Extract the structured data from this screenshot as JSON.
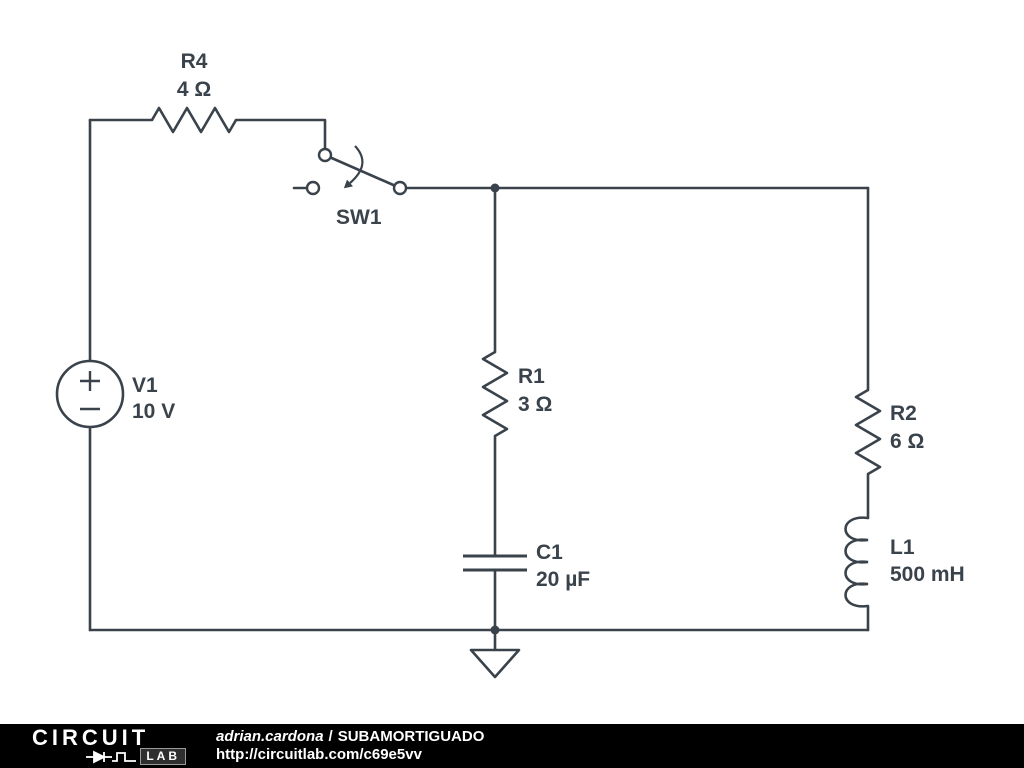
{
  "colors": {
    "wire": "#3a434b",
    "background": "#ffffff",
    "footer_bg": "#000000",
    "footer_text": "#ffffff"
  },
  "components": {
    "v1": {
      "name": "V1",
      "value": "10 V"
    },
    "r4": {
      "name": "R4",
      "value": "4 Ω"
    },
    "sw1": {
      "name": "SW1"
    },
    "r1": {
      "name": "R1",
      "value": "3 Ω"
    },
    "c1": {
      "name": "C1",
      "value": "20 µF"
    },
    "r2": {
      "name": "R2",
      "value": "6 Ω"
    },
    "l1": {
      "name": "L1",
      "value": "500 mH"
    }
  },
  "footer": {
    "logo_top": "CIRCUIT",
    "logo_lab": "LAB",
    "author": "adrian.cardona",
    "separator": "/",
    "title": "SUBAMORTIGUADO",
    "url": "http://circuitlab.com/c69e5vv"
  }
}
